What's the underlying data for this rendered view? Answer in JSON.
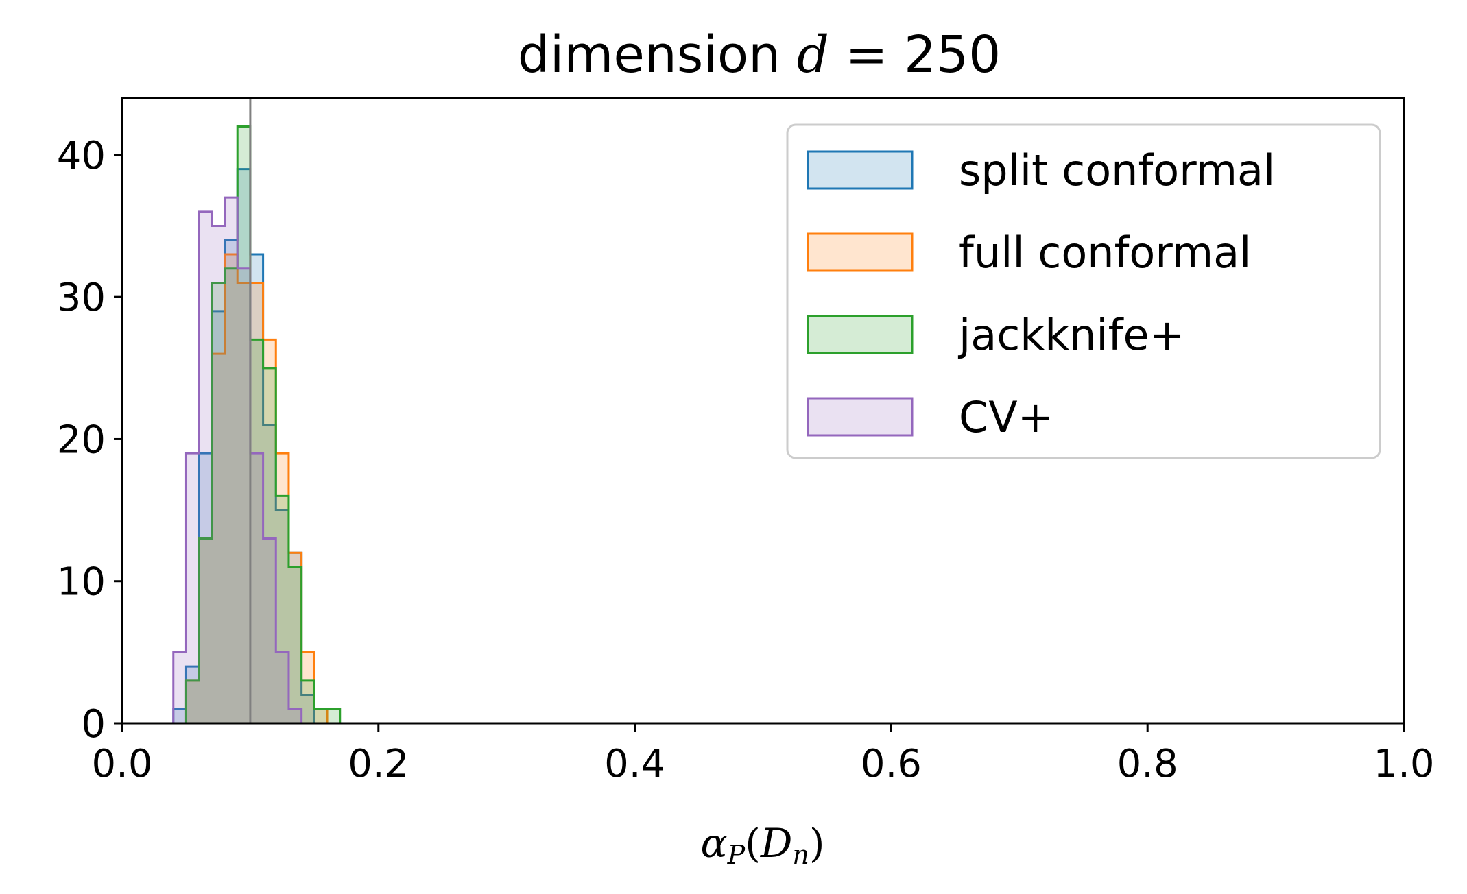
{
  "chart_data": {
    "type": "histogram",
    "title_prefix": "dimension ",
    "title_var": "d",
    "title_suffix": " = 250",
    "xlabel_main": "α",
    "xlabel_sub": "P",
    "xlabel_open": "(",
    "xlabel_d": "D",
    "xlabel_dsub": "n",
    "xlabel_close": ")",
    "ylabel": "",
    "xlim": [
      0.0,
      1.0
    ],
    "ylim": [
      0,
      44
    ],
    "xticks": [
      0.0,
      0.2,
      0.4,
      0.6,
      0.8,
      1.0
    ],
    "xtick_labels": [
      "0.0",
      "0.2",
      "0.4",
      "0.6",
      "0.8",
      "1.0"
    ],
    "yticks": [
      0,
      10,
      20,
      30,
      40
    ],
    "ytick_labels": [
      "0",
      "10",
      "20",
      "30",
      "40"
    ],
    "reference_line_x": 0.1,
    "reference_line_color": "#808080",
    "grid": false,
    "legend_position": "top-right",
    "series": [
      {
        "name": "split conformal",
        "color": "#1f77b4",
        "bin_start": 0.04,
        "bin_width": 0.01,
        "counts": [
          1,
          4,
          19,
          29,
          34,
          39,
          33,
          21,
          15,
          12,
          2,
          0,
          0
        ]
      },
      {
        "name": "full conformal",
        "color": "#ff7f0e",
        "bin_start": 0.04,
        "bin_width": 0.01,
        "counts": [
          0,
          3,
          13,
          26,
          33,
          31,
          31,
          27,
          19,
          12,
          5,
          1,
          0
        ]
      },
      {
        "name": "jackknife+",
        "color": "#2ca02c",
        "bin_start": 0.04,
        "bin_width": 0.01,
        "counts": [
          0,
          3,
          13,
          31,
          32,
          42,
          27,
          25,
          16,
          11,
          3,
          1,
          1
        ]
      },
      {
        "name": "CV+",
        "color": "#9467bd",
        "bin_start": 0.04,
        "bin_width": 0.01,
        "counts": [
          5,
          19,
          36,
          35,
          37,
          32,
          19,
          13,
          5,
          1,
          0,
          0,
          0
        ]
      }
    ]
  }
}
